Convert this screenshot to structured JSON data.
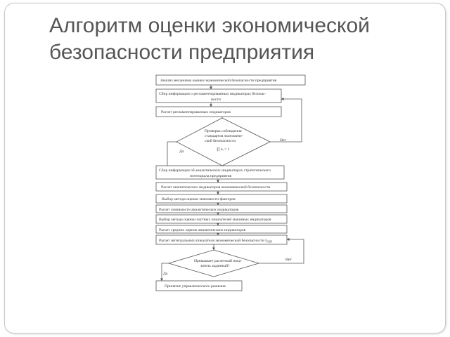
{
  "slide": {
    "title_line1": "Алгоритм оценки экономической",
    "title_line2": "безопасности предприятия"
  },
  "flowchart": {
    "steps": [
      "Анализ механизма оценки экономической безопасности предприятия",
      "Сбор информации о регламентированных индикаторах безопас-",
      "ности",
      "Расчет регламентированных индикаторов"
    ],
    "decision1": {
      "line1": "Проверка соблюдения",
      "line2": "стандартов экономиче-",
      "line3": "ской безопасности",
      "formula": "∏ kᵢ = 1",
      "yes": "Да",
      "no": "Нет"
    },
    "steps2": [
      "Сбор информации об аналитических индикаторах стратегического",
      "потенциала предприятия",
      "Расчет аналитических индикаторов экономической безопасности",
      "Выбор метода оценки значимости факторов",
      "Расчет значимости аналитических индикаторов",
      "Выбор метода оценки частных показателей значимых индикаторов",
      "Расчет средних оценок аналитических индикаторов",
      "Расчет интегрального показателя экономической безопасности I",
      "ЭБП"
    ],
    "decision2": {
      "line1": "Превышает расчетный пока-",
      "line2": "затель заданный?",
      "yes": "Да",
      "no": "Нет"
    },
    "final": "Принятие управленческого решения"
  }
}
